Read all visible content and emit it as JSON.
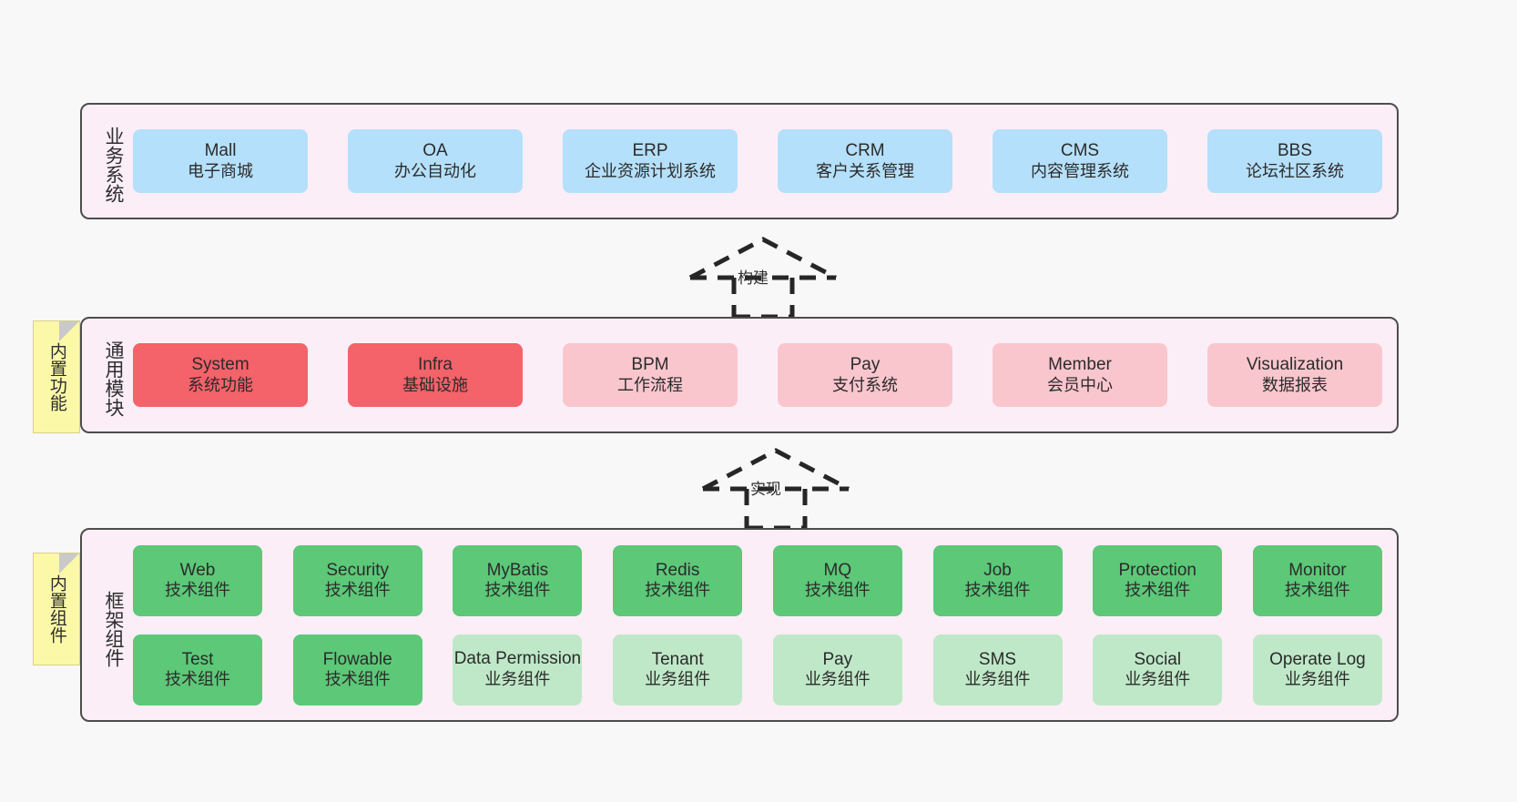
{
  "diagram": {
    "title_hidden": "",
    "background": "#f8f8f8",
    "band_fill": "#fbeef7",
    "band_border": "#4d4d4d"
  },
  "notes": [
    {
      "id": "builtin-func",
      "label": "内置功能",
      "color": "#fbf8a8"
    },
    {
      "id": "builtin-comp",
      "label": "内置组件",
      "color": "#fbf8a8"
    }
  ],
  "arrows": [
    {
      "id": "build",
      "label": "构建",
      "style": "dashed-generalization",
      "direction": "up"
    },
    {
      "id": "impl",
      "label": "实现",
      "style": "dashed-generalization",
      "direction": "up"
    }
  ],
  "bands": [
    {
      "id": "business",
      "title": "业务系统",
      "rows": [
        {
          "cards": [
            {
              "en": "Mall",
              "cn": "电子商城",
              "color": "#b5e0fb",
              "style": "c-blue"
            },
            {
              "en": "OA",
              "cn": "办公自动化",
              "color": "#b5e0fb",
              "style": "c-blue"
            },
            {
              "en": "ERP",
              "cn": "企业资源计划系统",
              "color": "#b5e0fb",
              "style": "c-blue"
            },
            {
              "en": "CRM",
              "cn": "客户关系管理",
              "color": "#b5e0fb",
              "style": "c-blue"
            },
            {
              "en": "CMS",
              "cn": "内容管理系统",
              "color": "#b5e0fb",
              "style": "c-blue"
            },
            {
              "en": "BBS",
              "cn": "论坛社区系统",
              "color": "#b5e0fb",
              "style": "c-blue"
            }
          ]
        }
      ]
    },
    {
      "id": "modules",
      "title": "通用模块",
      "rows": [
        {
          "cards": [
            {
              "en": "System",
              "cn": "系统功能",
              "color": "#f4626a",
              "style": "c-red"
            },
            {
              "en": "Infra",
              "cn": "基础设施",
              "color": "#f4626a",
              "style": "c-red"
            },
            {
              "en": "BPM",
              "cn": "工作流程",
              "color": "#fac6ce",
              "style": "c-pink"
            },
            {
              "en": "Pay",
              "cn": "支付系统",
              "color": "#fac6ce",
              "style": "c-pink"
            },
            {
              "en": "Member",
              "cn": "会员中心",
              "color": "#fac6ce",
              "style": "c-pink"
            },
            {
              "en": "Visualization",
              "cn": "数据报表",
              "color": "#fac6ce",
              "style": "c-pink"
            }
          ]
        }
      ]
    },
    {
      "id": "framework",
      "title": "框架组件",
      "rows": [
        {
          "cards": [
            {
              "en": "Web",
              "cn": "技术组件",
              "color": "#5cc878",
              "style": "c-green"
            },
            {
              "en": "Security",
              "cn": "技术组件",
              "color": "#5cc878",
              "style": "c-green"
            },
            {
              "en": "MyBatis",
              "cn": "技术组件",
              "color": "#5cc878",
              "style": "c-green"
            },
            {
              "en": "Redis",
              "cn": "技术组件",
              "color": "#5cc878",
              "style": "c-green"
            },
            {
              "en": "MQ",
              "cn": "技术组件",
              "color": "#5cc878",
              "style": "c-green"
            },
            {
              "en": "Job",
              "cn": "技术组件",
              "color": "#5cc878",
              "style": "c-green"
            },
            {
              "en": "Protection",
              "cn": "技术组件",
              "color": "#5cc878",
              "style": "c-green"
            },
            {
              "en": "Monitor",
              "cn": "技术组件",
              "color": "#5cc878",
              "style": "c-green"
            }
          ]
        },
        {
          "cards": [
            {
              "en": "Test",
              "cn": "技术组件",
              "color": "#5cc878",
              "style": "c-green"
            },
            {
              "en": "Flowable",
              "cn": "技术组件",
              "color": "#5cc878",
              "style": "c-green"
            },
            {
              "en": "Data Permission",
              "cn": "业务组件",
              "color": "#bfe8c8",
              "style": "c-lightgreen",
              "wrap": true
            },
            {
              "en": "Tenant",
              "cn": "业务组件",
              "color": "#bfe8c8",
              "style": "c-lightgreen"
            },
            {
              "en": "Pay",
              "cn": "业务组件",
              "color": "#bfe8c8",
              "style": "c-lightgreen"
            },
            {
              "en": "SMS",
              "cn": "业务组件",
              "color": "#bfe8c8",
              "style": "c-lightgreen"
            },
            {
              "en": "Social",
              "cn": "业务组件",
              "color": "#bfe8c8",
              "style": "c-lightgreen"
            },
            {
              "en": "Operate Log",
              "cn": "业务组件",
              "color": "#bfe8c8",
              "style": "c-lightgreen"
            }
          ]
        }
      ]
    }
  ]
}
